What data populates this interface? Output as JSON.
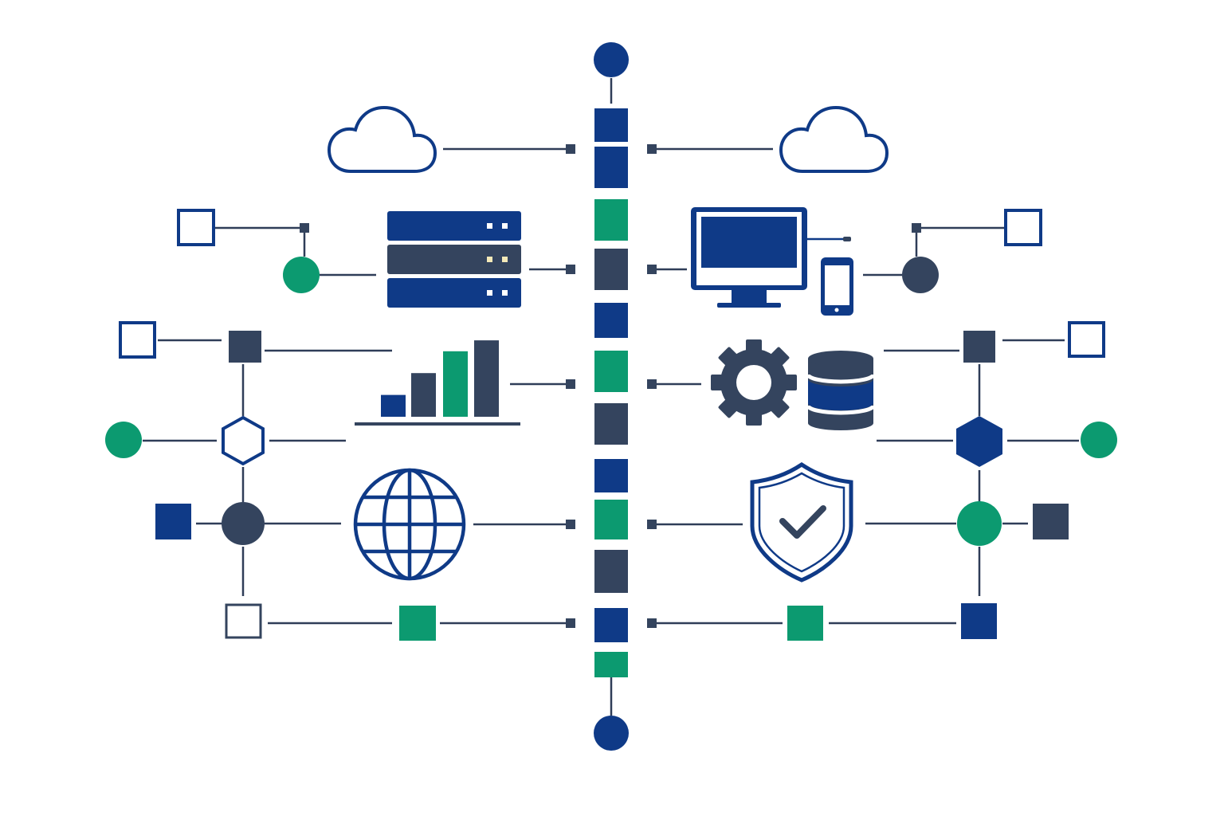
{
  "colors": {
    "navy": "#0f3a87",
    "slate": "#34445e",
    "green": "#0c9a70",
    "line": "#2f3d58",
    "background": "#ffffff",
    "led": "#f4e9b8"
  },
  "icons": [
    "cloud-icon-left",
    "cloud-icon-right",
    "server-rack-icon",
    "monitor-icon",
    "smartphone-icon",
    "bar-chart-icon",
    "gear-icon",
    "database-icon",
    "globe-icon",
    "shield-check-icon"
  ],
  "spine": {
    "blocks": [
      "navy",
      "navy",
      "green",
      "slate",
      "navy",
      "green",
      "slate",
      "navy",
      "green",
      "slate",
      "navy",
      "green"
    ],
    "end_caps": [
      "navy",
      "navy"
    ]
  },
  "bar_chart": {
    "values": [
      1,
      2,
      3,
      3.5
    ],
    "colors": [
      "navy",
      "slate",
      "green",
      "slate"
    ]
  }
}
